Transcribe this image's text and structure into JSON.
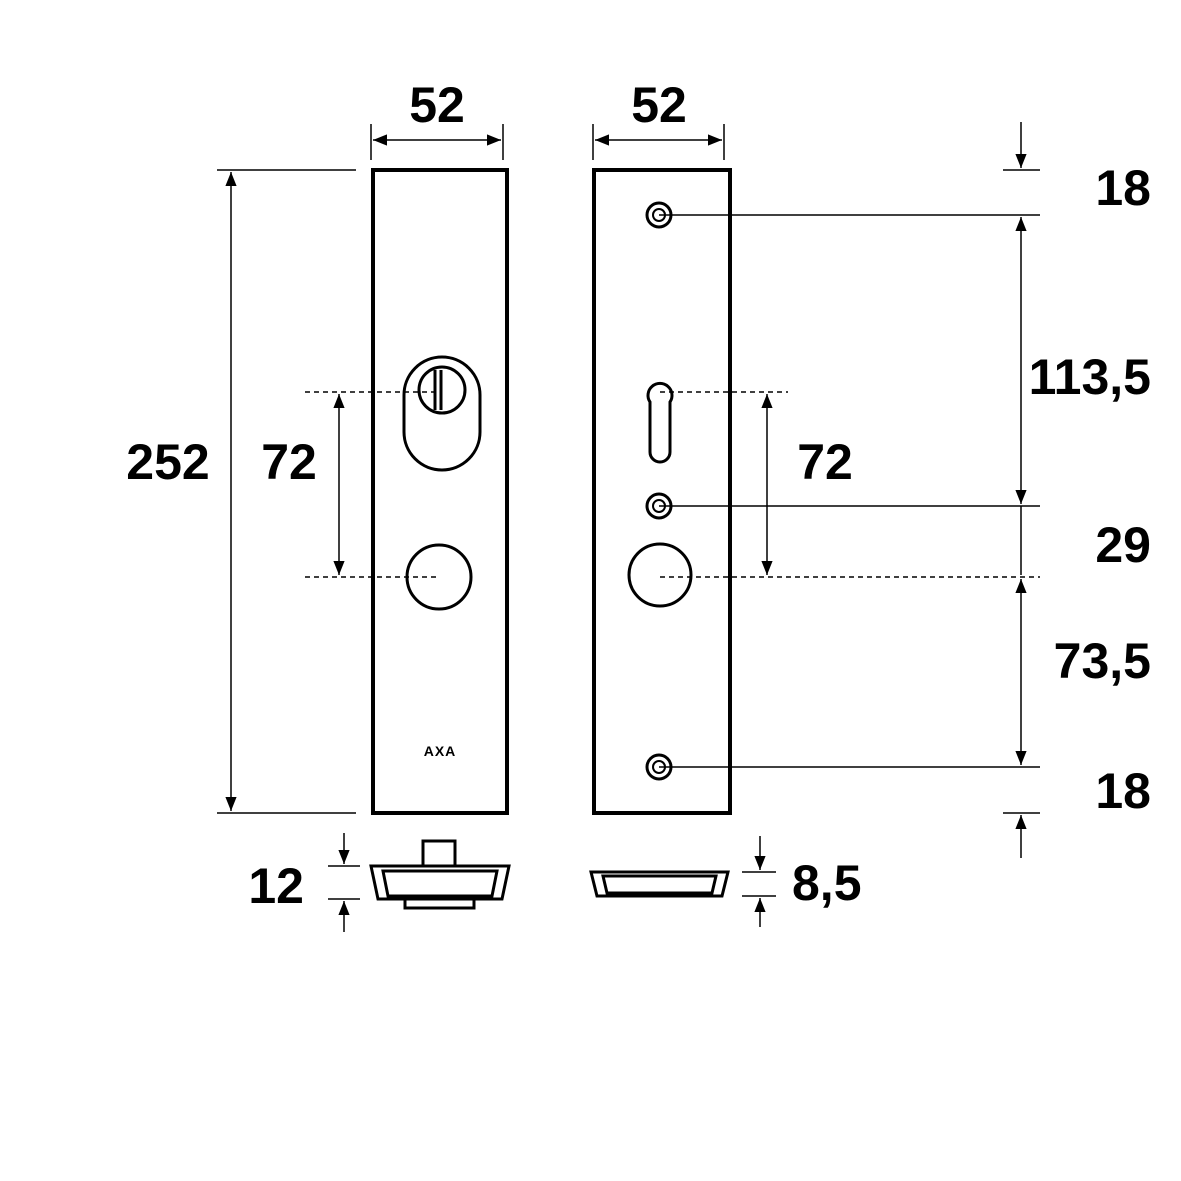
{
  "dimensions": {
    "front_plate_width": "52",
    "back_plate_width": "52",
    "plate_height": "252",
    "front_hole_spacing": "72",
    "back_hole_spacing": "72",
    "top_offset": "18",
    "screw_to_screw_upper": "113,5",
    "screw_to_handle": "29",
    "handle_to_bottom_screw": "73,5",
    "bottom_offset": "18",
    "front_plate_depth": "12",
    "back_plate_depth": "8,5"
  },
  "logo": "AXA",
  "colors": {
    "line": "#000000",
    "background": "#ffffff"
  }
}
